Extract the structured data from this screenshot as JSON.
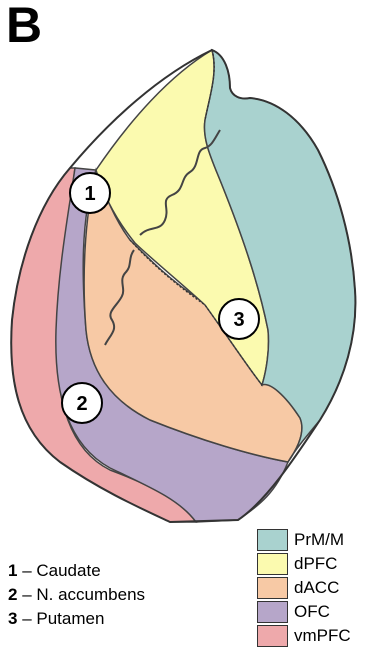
{
  "panel_letter": "B",
  "markers": [
    {
      "num": "1"
    },
    {
      "num": "2"
    },
    {
      "num": "3"
    }
  ],
  "structures": [
    {
      "num": "1",
      "dash": " – ",
      "label": "Caudate"
    },
    {
      "num": "2",
      "dash": " – ",
      "label": "N. accumbens"
    },
    {
      "num": "3",
      "dash": " – ",
      "label": "Putamen"
    }
  ],
  "regions": [
    {
      "label": "PrM/M",
      "color": "#a9d2cf"
    },
    {
      "label": "dPFC",
      "color": "#fbfaaf"
    },
    {
      "label": "dACC",
      "color": "#f7c9a5"
    },
    {
      "label": "OFC",
      "color": "#b6a6c9"
    },
    {
      "label": "vmPFC",
      "color": "#eea9ab"
    }
  ]
}
